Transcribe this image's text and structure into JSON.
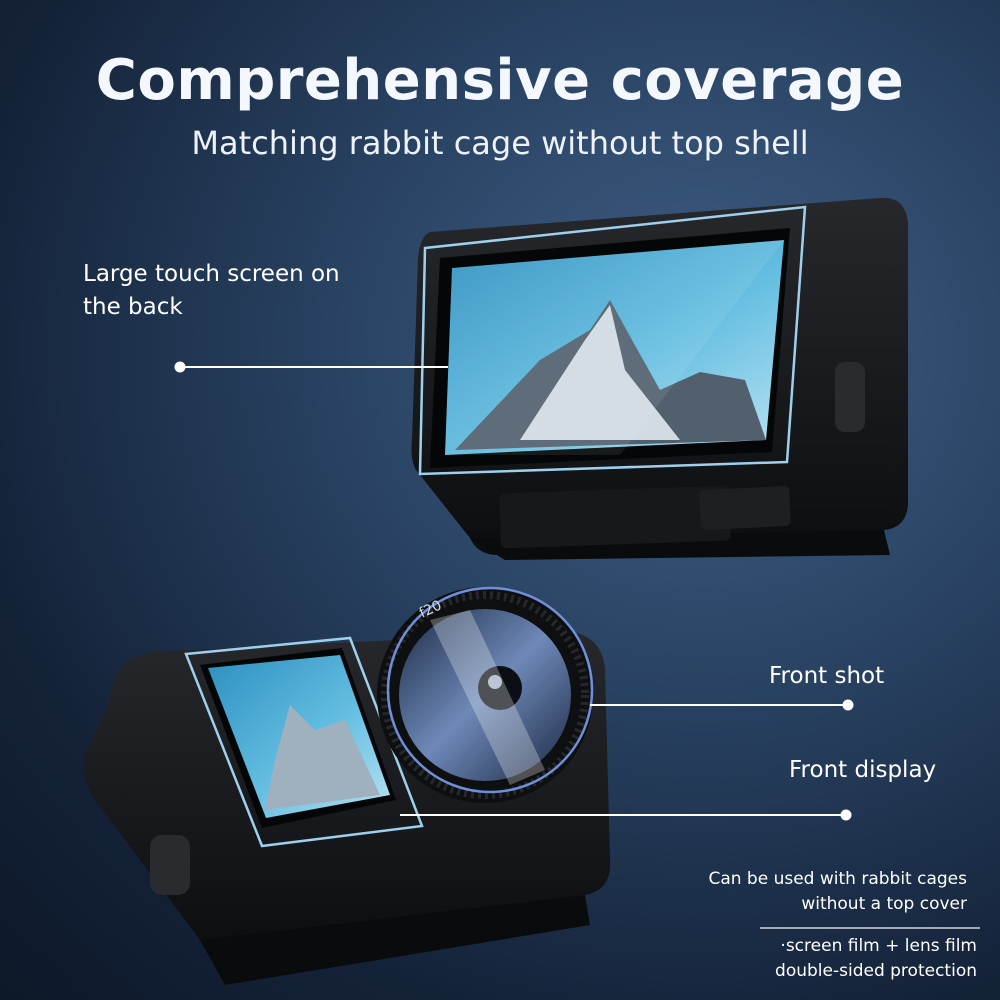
{
  "heading": {
    "title": "Comprehensive coverage",
    "subtitle": "Matching rabbit cage without top shell"
  },
  "callouts": {
    "back_screen": "Large touch screen on the back",
    "front_shot": "Front shot",
    "front_display": "Front display"
  },
  "notes": {
    "cage_line1": "Can be used with rabbit cages",
    "cage_line2": "without a top cover",
    "protection_line1": "·screen film + lens film",
    "protection_line2": "double-sided protection"
  },
  "lens_marking": "f20",
  "colors": {
    "background_dark": "#0d1828",
    "background_light": "#3f5f86",
    "camera_body": "#161719",
    "screen_blue": "#5ab3d8",
    "film_edge": "#9ed0ee"
  }
}
